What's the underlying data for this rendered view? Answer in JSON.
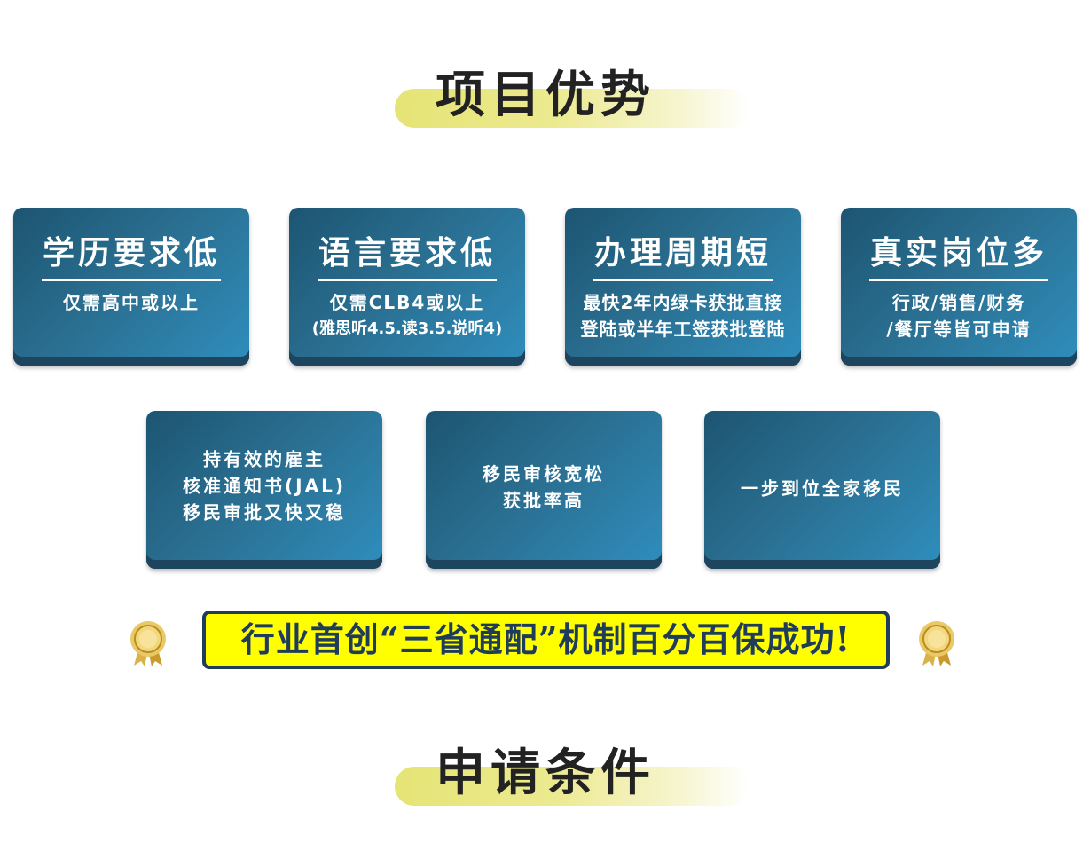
{
  "section1": {
    "title": "项目优势"
  },
  "cards_top": [
    {
      "title": "学历要求低",
      "lines": [
        "仅需高中或以上"
      ]
    },
    {
      "title": "语言要求低",
      "lines": [
        "仅需CLB4或以上",
        "(雅思听4.5.读3.5.说听4)"
      ]
    },
    {
      "title": "办理周期短",
      "lines": [
        "最快2年内绿卡获批直接",
        "登陆或半年工签获批登陆"
      ]
    },
    {
      "title": "真实岗位多",
      "lines": [
        "行政/销售/财务",
        "/餐厅等皆可申请"
      ]
    }
  ],
  "cards_bottom": [
    {
      "lines": [
        "持有效的雇主",
        "核准通知书(JAL)",
        "移民审批又快又稳"
      ]
    },
    {
      "lines": [
        "移民审核宽松",
        "获批率高"
      ]
    },
    {
      "lines": [
        "一步到位全家移民"
      ]
    }
  ],
  "banner": {
    "text": "行业首创“三省通配”机制百分百保成功!"
  },
  "section2": {
    "title": "申请条件"
  },
  "medal_icon": "award-medal-icon",
  "colors": {
    "card_dark": "#1c5572",
    "card_light": "#2f8ebd",
    "banner_bg": "#ffff00",
    "banner_text": "#1f3c5a",
    "heading_bar": "#e5e475"
  }
}
